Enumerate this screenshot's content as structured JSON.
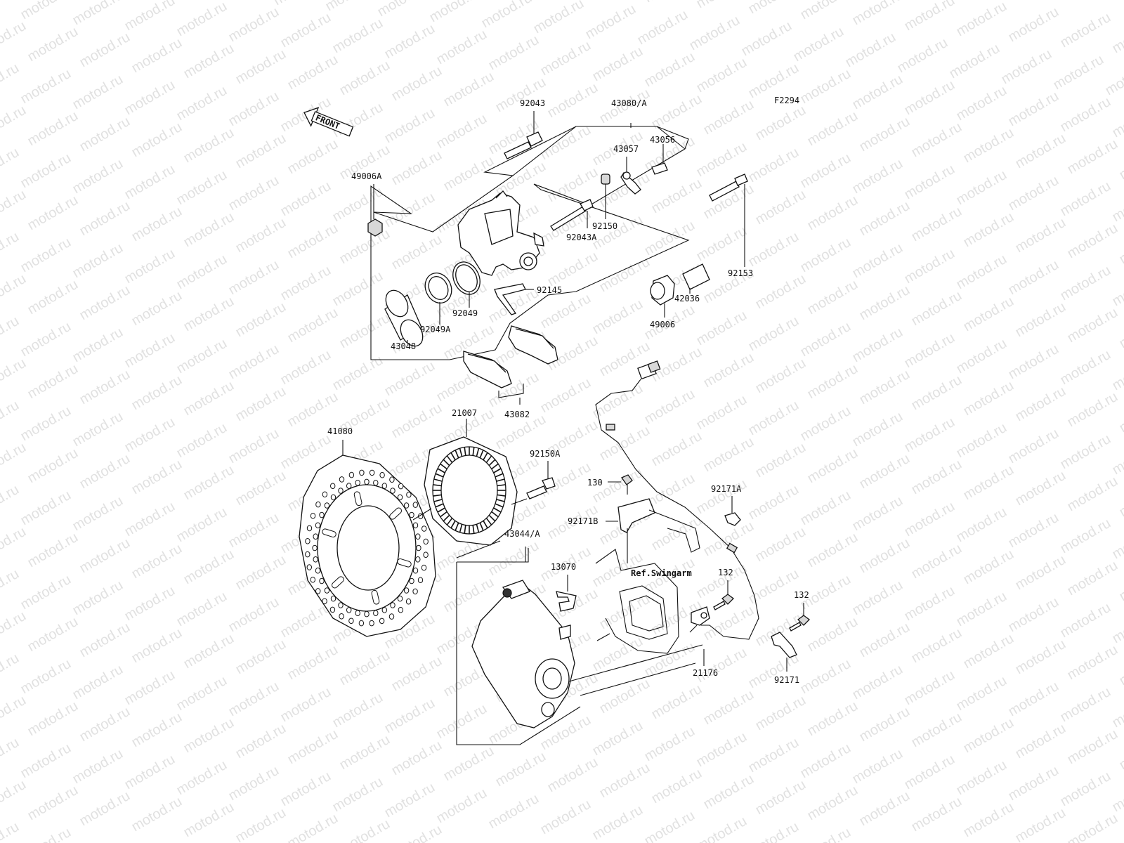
{
  "figure_code": "F2294",
  "front_label": "FRONT",
  "watermark": "motod.ru",
  "reference_note": "Ref.Swingarm",
  "callouts": {
    "c92043": "92043",
    "c43080A": "43080/A",
    "c43056": "43056",
    "c43057": "43057",
    "c49006A": "49006A",
    "c92150": "92150",
    "c92043A": "92043A",
    "c92153": "92153",
    "c92145": "92145",
    "c92049": "92049",
    "c92049A": "92049A",
    "c43048": "43048",
    "c42036": "42036",
    "c49006": "49006",
    "c43082": "43082",
    "c21007": "21007",
    "c41080": "41080",
    "c92150A": "92150A",
    "c130": "130",
    "c92171A": "92171A",
    "c92171B": "92171B",
    "c43044A": "43044/A",
    "c13070": "13070",
    "c132a": "132",
    "c132b": "132",
    "c21176": "21176",
    "c92171": "92171"
  }
}
